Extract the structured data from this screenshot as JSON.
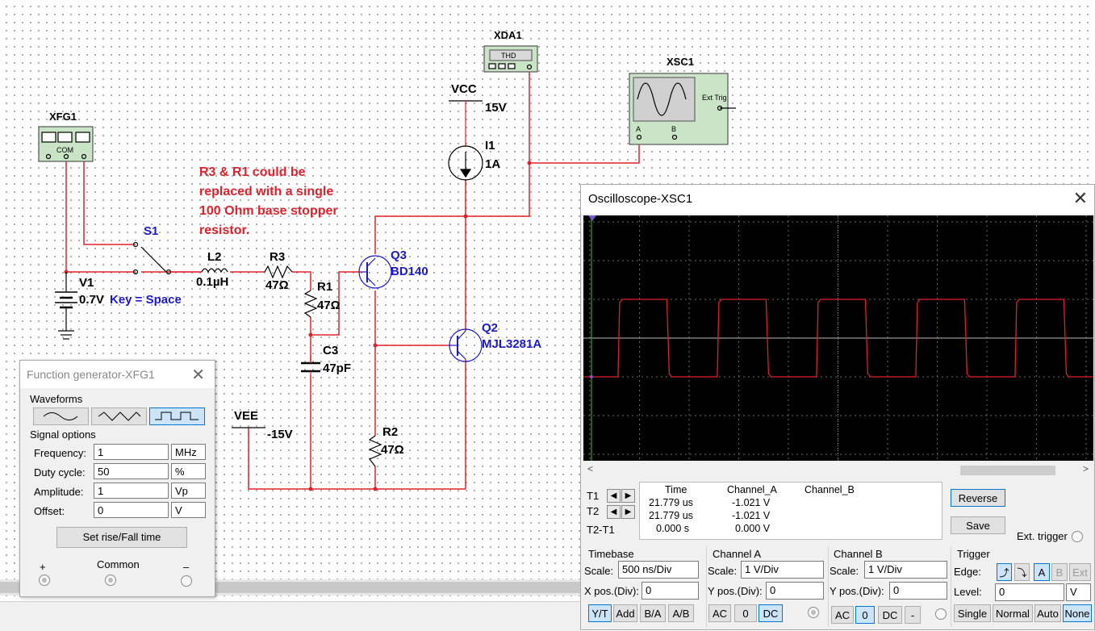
{
  "schematic": {
    "components": {
      "xda1": "XDA1",
      "thd": "THD",
      "xsc1": "XSC1",
      "ext_trig": "Ext Trig",
      "ch_a": "A",
      "ch_b": "B",
      "xfg1": "XFG1",
      "com": "COM",
      "vcc": "VCC",
      "vcc_val": "15V",
      "i1": "I1",
      "i1_val": "1A",
      "s1": "S1",
      "l2": "L2",
      "l2_val": "0.1µH",
      "r3": "R3",
      "r3_val": "47Ω",
      "r1": "R1",
      "r1_val": "47Ω",
      "c3": "C3",
      "c3_val": "47pF",
      "v1": "V1",
      "v1_val": "0.7V",
      "key": "Key = Space",
      "q3": "Q3",
      "q3_model": "BD140",
      "q2": "Q2",
      "q2_model": "MJL3281A",
      "vee": "VEE",
      "vee_val": "-15V",
      "r2": "R2",
      "r2_val": "47Ω"
    },
    "note": [
      "R3 & R1 could be",
      "replaced with a single",
      "100 Ohm base stopper",
      "resistor."
    ],
    "colors": {
      "wire": "#e0202a",
      "note": "#e0202a",
      "label_blue": "#1a1acc"
    }
  },
  "function_generator": {
    "title": "Function generator-XFG1",
    "waveforms_label": "Waveforms",
    "waveforms": [
      "sine-wave",
      "triangle-wave",
      "square-wave"
    ],
    "selected_waveform": "square-wave",
    "signal_options_label": "Signal options",
    "fields": [
      {
        "label": "Frequency:",
        "value": "1",
        "unit": "MHz"
      },
      {
        "label": "Duty cycle:",
        "value": "50",
        "unit": "%"
      },
      {
        "label": "Amplitude:",
        "value": "1",
        "unit": "Vp"
      },
      {
        "label": "Offset:",
        "value": "0",
        "unit": "V"
      }
    ],
    "rise_fall_button": "Set rise/Fall time",
    "terminals": {
      "plus": "+",
      "common": "Common",
      "minus": "–"
    }
  },
  "oscilloscope": {
    "title": "Oscilloscope-XSC1",
    "cursors": {
      "t1": "T1",
      "t2": "T2",
      "t2_t1": "T2-T1"
    },
    "table": {
      "headers": [
        "Time",
        "Channel_A",
        "Channel_B"
      ],
      "rows": [
        [
          "21.779 us",
          "-1.021 V",
          ""
        ],
        [
          "21.779 us",
          "-1.021 V",
          ""
        ],
        [
          "0.000 s",
          "0.000 V",
          ""
        ]
      ]
    },
    "reverse_button": "Reverse",
    "save_button": "Save",
    "ext_trigger_label": "Ext. trigger",
    "timebase": {
      "label": "Timebase",
      "scale_label": "Scale:",
      "scale": "500 ns/Div",
      "xpos_label": "X pos.(Div):",
      "xpos": "0",
      "buttons": [
        "Y/T",
        "Add",
        "B/A",
        "A/B"
      ],
      "selected": "Y/T"
    },
    "channel_a": {
      "label": "Channel A",
      "scale_label": "Scale:",
      "scale": "1  V/Div",
      "ypos_label": "Y pos.(Div):",
      "ypos": "0",
      "buttons": [
        "AC",
        "0",
        "DC"
      ],
      "selected": "DC"
    },
    "channel_b": {
      "label": "Channel B",
      "scale_label": "Scale:",
      "scale": "1  V/Div",
      "ypos_label": "Y pos.(Div):",
      "ypos": "0",
      "buttons": [
        "AC",
        "0",
        "DC",
        "-"
      ],
      "selected": "0"
    },
    "trigger": {
      "label": "Trigger",
      "edge_label": "Edge:",
      "edge_buttons": [
        "A",
        "B",
        "Ext"
      ],
      "selected_source": "A",
      "level_label": "Level:",
      "level": "0",
      "level_unit": "V",
      "mode_buttons": [
        "Single",
        "Normal",
        "Auto",
        "None"
      ],
      "selected_mode": "None"
    },
    "trace": {
      "color": "#e0202a",
      "high_div": 1,
      "low_div": -1,
      "period_div": 2,
      "duty": 0.5,
      "first_rise_div": 0.6
    }
  }
}
